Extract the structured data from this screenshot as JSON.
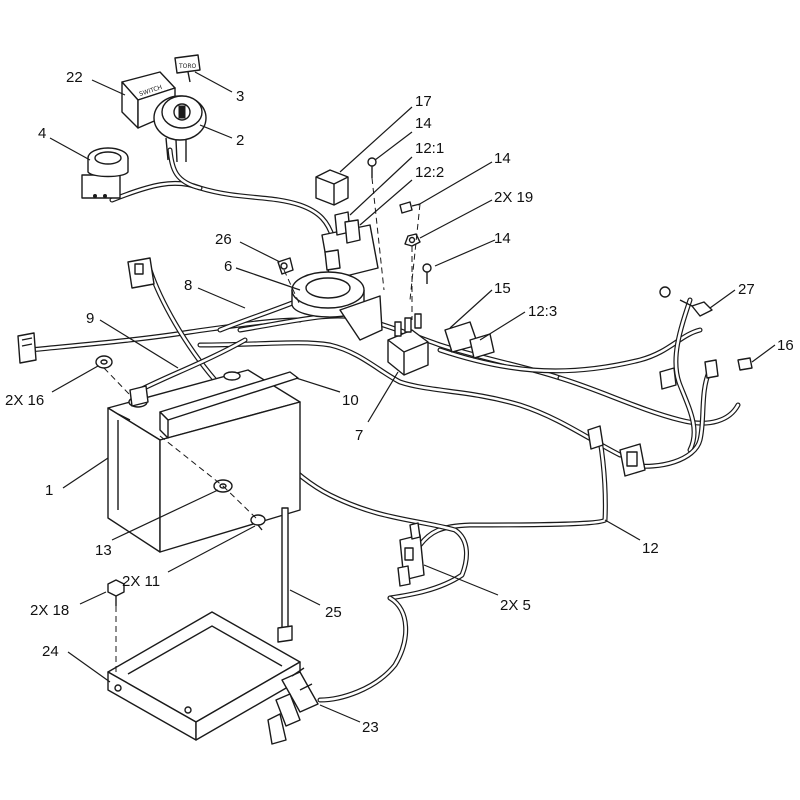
{
  "parts": [
    {
      "id": "p22",
      "label": "22"
    },
    {
      "id": "p3",
      "label": "3"
    },
    {
      "id": "p4",
      "label": "4"
    },
    {
      "id": "p2",
      "label": "2"
    },
    {
      "id": "p17",
      "label": "17"
    },
    {
      "id": "p14a",
      "label": "14"
    },
    {
      "id": "p12_1",
      "label": "12:1"
    },
    {
      "id": "p12_2",
      "label": "12:2"
    },
    {
      "id": "p14b",
      "label": "14"
    },
    {
      "id": "p2x19",
      "label": "2X 19"
    },
    {
      "id": "p26",
      "label": "26"
    },
    {
      "id": "p14c",
      "label": "14"
    },
    {
      "id": "p6",
      "label": "6"
    },
    {
      "id": "p8",
      "label": "8"
    },
    {
      "id": "p15",
      "label": "15"
    },
    {
      "id": "p27",
      "label": "27"
    },
    {
      "id": "p12_3",
      "label": "12:3"
    },
    {
      "id": "p9",
      "label": "9"
    },
    {
      "id": "p16",
      "label": "16"
    },
    {
      "id": "p2x16",
      "label": "2X 16"
    },
    {
      "id": "p10",
      "label": "10"
    },
    {
      "id": "p7",
      "label": "7"
    },
    {
      "id": "p1",
      "label": "1"
    },
    {
      "id": "p13",
      "label": "13"
    },
    {
      "id": "p12",
      "label": "12"
    },
    {
      "id": "p2x11",
      "label": "2X 11"
    },
    {
      "id": "p2x5",
      "label": "2X  5"
    },
    {
      "id": "p2x18",
      "label": "2X 18"
    },
    {
      "id": "p25",
      "label": "25"
    },
    {
      "id": "p24",
      "label": "24"
    },
    {
      "id": "p23",
      "label": "23"
    }
  ],
  "key_tag_text": "TORO"
}
